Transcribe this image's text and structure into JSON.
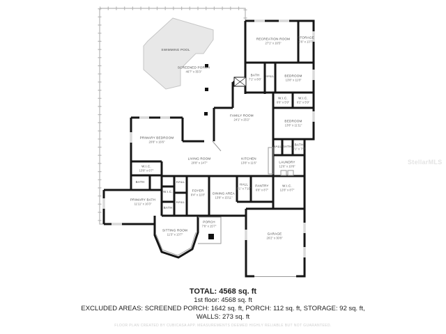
{
  "watermark": "StellarMLS",
  "summary": {
    "total": "TOTAL: 4568 sq. ft",
    "first_floor": "1st floor: 4568 sq. ft",
    "excluded": "EXCLUDED AREAS: SCREENED PORCH: 1642 sq. ft, PORCH: 112 sq. ft, STORAGE: 92 sq. ft,",
    "walls": "WALLS: 273 sq. ft",
    "disclaimer": "FLOOR PLAN CREATED BY CUBICASA APP. MEASUREMENTS DEEMED HIGHLY RELIABLE BUT NOT GUARANTEED."
  },
  "colors": {
    "wall": "#161616",
    "pool_fill": "#e8e8e8",
    "screen_line": "#b8b8b8",
    "label_text": "#4a4a4a"
  },
  "rooms": [
    {
      "name": "SWIMMING POOL",
      "dims": ""
    },
    {
      "name": "SCREENED PORCH",
      "dims": "46'7\" x 35'3\""
    },
    {
      "name": "RECREATION ROOM",
      "dims": "27'1\" x 16'5\""
    },
    {
      "name": "STORAGE",
      "dims": "6'6\" x 13'7\""
    },
    {
      "name": "BATH",
      "dims": "7'1\" x 8'8\""
    },
    {
      "name": "HALL",
      "dims": "3'7\" x 8'8\""
    },
    {
      "name": "BEDROOM",
      "dims": "13'8\" x 11'8\""
    },
    {
      "name": "W.I.C.",
      "dims": "6'6\" x 5'9\""
    },
    {
      "name": "W.I.C.",
      "dims": "6'2\" x 5'9\""
    },
    {
      "name": "BEDROOM",
      "dims": "13'8\" x 11'11\""
    },
    {
      "name": "FAMILY ROOM",
      "dims": "24'1\" x 25'2\""
    },
    {
      "name": "HALL",
      "dims": "5'1\" x 2'11\""
    },
    {
      "name": "BATH",
      "dims": "5'8\" x 5'1\""
    },
    {
      "name": "BATH",
      "dims": "8'1\" x 7'5\""
    },
    {
      "name": "KITCHEN",
      "dims": "13'8\" x 11'6\""
    },
    {
      "name": "LAUNDRY",
      "dims": "12'6\" x 10'8\""
    },
    {
      "name": "PANTRY",
      "dims": "6'8\" x 8'7\""
    },
    {
      "name": "W.I.C.",
      "dims": "12'8\" x 8'7\""
    },
    {
      "name": "HALL",
      "dims": "6'1\" x 7'10\""
    },
    {
      "name": "DINING AREA",
      "dims": "13'8\" x 15'11\""
    },
    {
      "name": "LIVING ROOM",
      "dims": "20'8\" x 14'7\""
    },
    {
      "name": "FOYER",
      "dims": "8'4\" x 11'8\""
    },
    {
      "name": "HALL",
      "dims": "5'8\" x 8'4\""
    },
    {
      "name": "W.I.C.",
      "dims": "5'11\" x 5'8\""
    },
    {
      "name": "HALL",
      "dims": "4'8\" x 4'11\""
    },
    {
      "name": "BATH",
      "dims": "5'8\" x 5'1\""
    },
    {
      "name": "PRIMARY BEDROOM",
      "dims": "20'8\" x 16'6\""
    },
    {
      "name": "W.I.C.",
      "dims": "13'8\" x 6'7\""
    },
    {
      "name": "BATH",
      "dims": "6'3\" x 5'4\""
    },
    {
      "name": "PRIMARY BATH",
      "dims": "11'11\" x 16'3\""
    },
    {
      "name": "SITTING ROOM",
      "dims": "11'3\" x 13'7\""
    },
    {
      "name": "PORCH",
      "dims": "7'8\" x 15'7\""
    },
    {
      "name": "GARAGE",
      "dims": "26'2\" x 30'8\""
    }
  ]
}
